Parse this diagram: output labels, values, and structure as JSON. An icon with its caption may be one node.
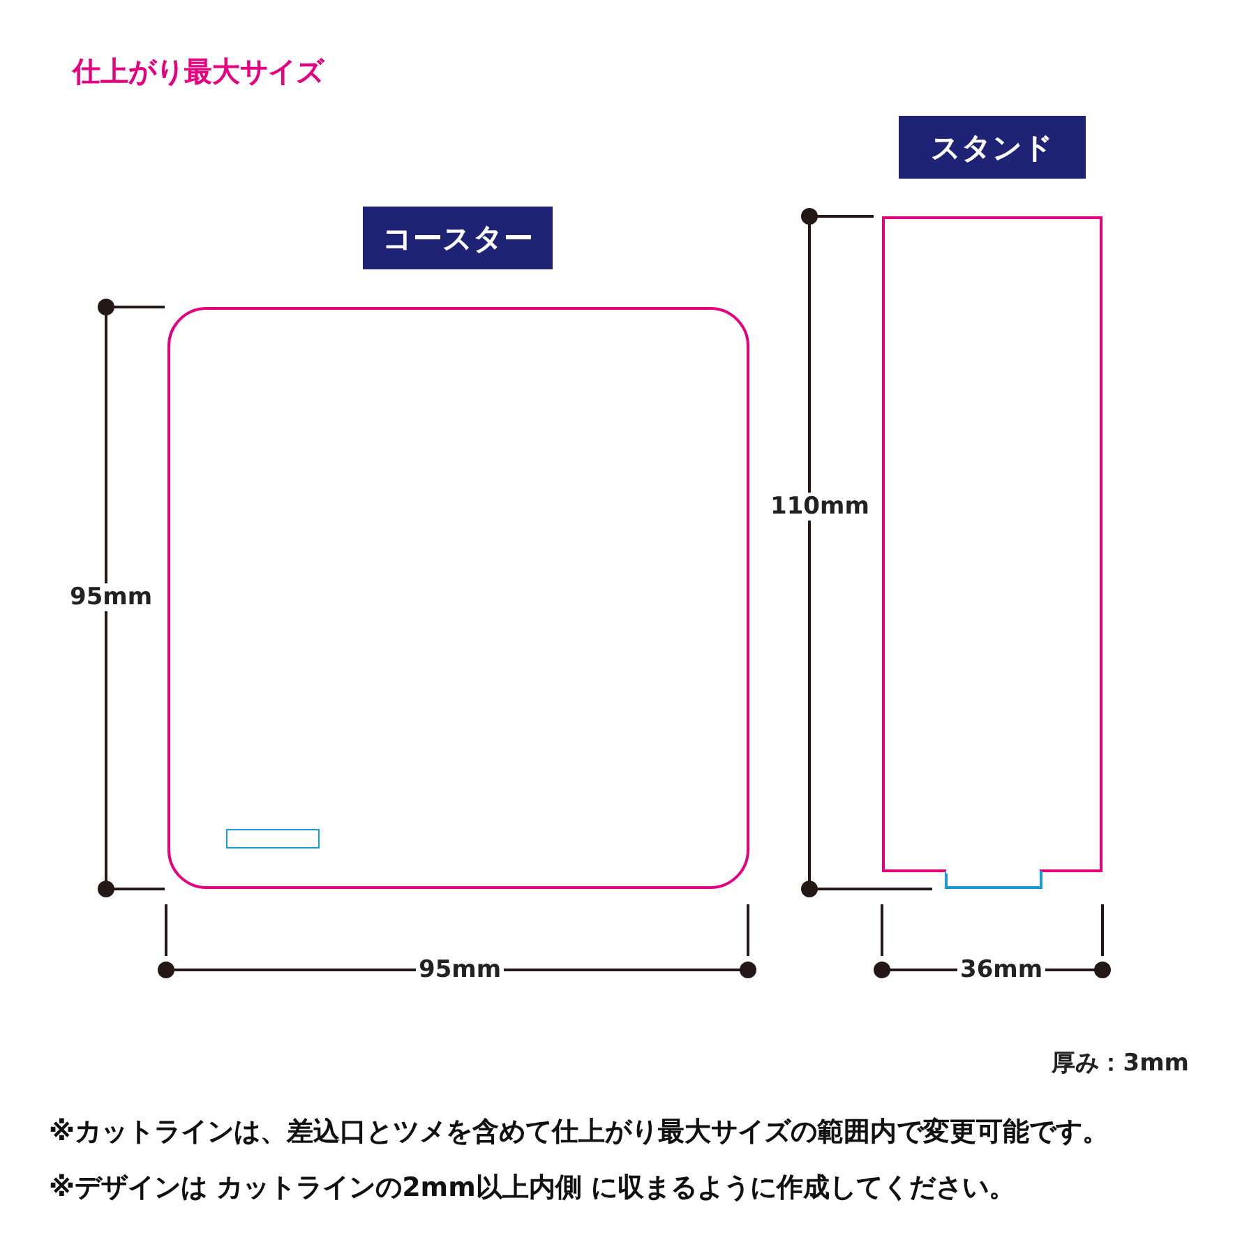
{
  "diagram": {
    "title": "仕上がり最大サイズ",
    "nodes": [
      {
        "text": [
          "コースター"
        ]
      },
      {
        "text": [],
        "shape": "box"
      },
      {
        "text": [],
        "shape": "box",
        "in": 1
      },
      {
        "text": [
          "スタンド"
        ]
      },
      {
        "text": [],
        "shape": "box"
      },
      {
        "text": [],
        "shape": "tab"
      }
    ],
    "edges": [],
    "labels": [
      "95mm",
      "110mm",
      "95mm",
      "36mm",
      "厚み：3mm",
      "※カットラインは、差込口とツメを含めて仕上がり最大サイズの範囲内で変更可能です。",
      "※デザインは カットラインの2mm以上内側 に収まるように作成してください。"
    ]
  }
}
